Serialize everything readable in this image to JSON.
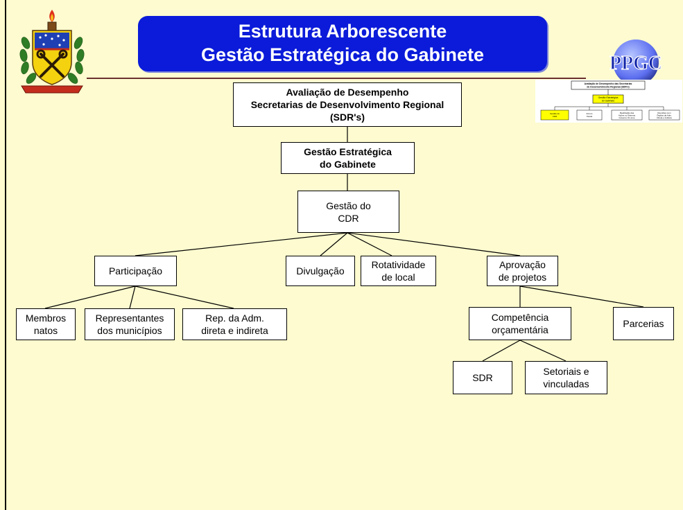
{
  "title": {
    "line1": "Estrutura Arborescente",
    "line2": "Gestão Estratégica do Gabinete"
  },
  "logos": {
    "left": "ufsc-coat-of-arms",
    "right": "PPGC"
  },
  "colors": {
    "background": "#fdfbcf",
    "title_box": "#0b1bd9",
    "title_text": "#ffffff",
    "rule": "#6a2f2f",
    "thumbnail_highlight": "#ffff00"
  },
  "tree": {
    "root": "Avaliação de Desempenho\nSecretarias de Desenvolvimento Regional\n(SDR's)",
    "gestao_estrategica": "Gestão Estratégica\ndo Gabinete",
    "gestao_cdr": "Gestão do\nCDR",
    "participacao": "Participação",
    "divulgacao": "Divulgação",
    "rotatividade": "Rotatividade\nde local",
    "aprovacao": "Aprovação\nde projetos",
    "membros_natos": "Membros\nnatos",
    "representantes": "Representantes\ndos municípios",
    "rep_adm": "Rep. da Adm.\ndireta e indireta",
    "competencia": "Competência\norçamentária",
    "parcerias": "Parcerias",
    "sdr": "SDR",
    "setoriais": "Setoriais e\nvinculadas"
  },
  "thumbnail": {
    "root": "Avaliação de Desempenho das Secretarias\nde Desenvolvimento Regional (SDR's)",
    "middle": "Gestão Estratégica\ndo Gabinete",
    "leaves": [
      "Gestão do\nCDR",
      "Fórum\nTarefa",
      "Realização das\nAções no Sistema\nGoverno On-Line",
      "Reuniões com\nÓrgãos da Adm.\nDireta e Indireta"
    ]
  }
}
